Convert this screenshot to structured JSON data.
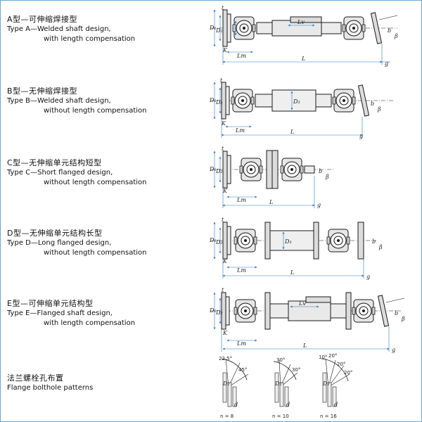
{
  "types": [
    {
      "zh": "A型—可伸缩焊接型",
      "en1": "Type A—Welded shaft design,",
      "en2": "with length compensation"
    },
    {
      "zh": "B型—无伸缩焊接型",
      "en1": "Type B—Welded shaft design,",
      "en2": "without length compensation"
    },
    {
      "zh": "C型—无伸缩单元结构短型",
      "en1": "Type C—Short flanged design,",
      "en2": "without length compensation"
    },
    {
      "zh": "D型—无伸缩单元结构长型",
      "en1": "Type D—Long flanged design,",
      "en2": "without length compensation"
    },
    {
      "zh": "E型—可伸缩单元结构型",
      "en1": "Type E—Flanged shaft design,",
      "en2": "with length compensation"
    }
  ],
  "flange": {
    "zh": "法兰螺栓孔布置",
    "en": "Flange bolthole patterns"
  },
  "dims": {
    "D1": "D₁",
    "D2": "D₂",
    "D3": "D₃",
    "K": "K",
    "t": "t",
    "Lm": "Lm",
    "Lv": "Lv",
    "L": "L",
    "b": "b",
    "g": "g",
    "beta": "β",
    "d": "d"
  },
  "patterns": [
    {
      "n": "n = 8",
      "a1": "22.5°",
      "a2": "45°"
    },
    {
      "n": "n = 10",
      "a1": "30°",
      "a2": "30°"
    },
    {
      "n": "n = 16",
      "a1": "10°",
      "a2": "20°",
      "a3": "20°",
      "a4": "20°"
    }
  ],
  "colors": {
    "line": "#1a1a1a",
    "dim_line": "#2a78c8",
    "part_fill": "#e6e6e6",
    "frame": "#6aa8d8"
  }
}
